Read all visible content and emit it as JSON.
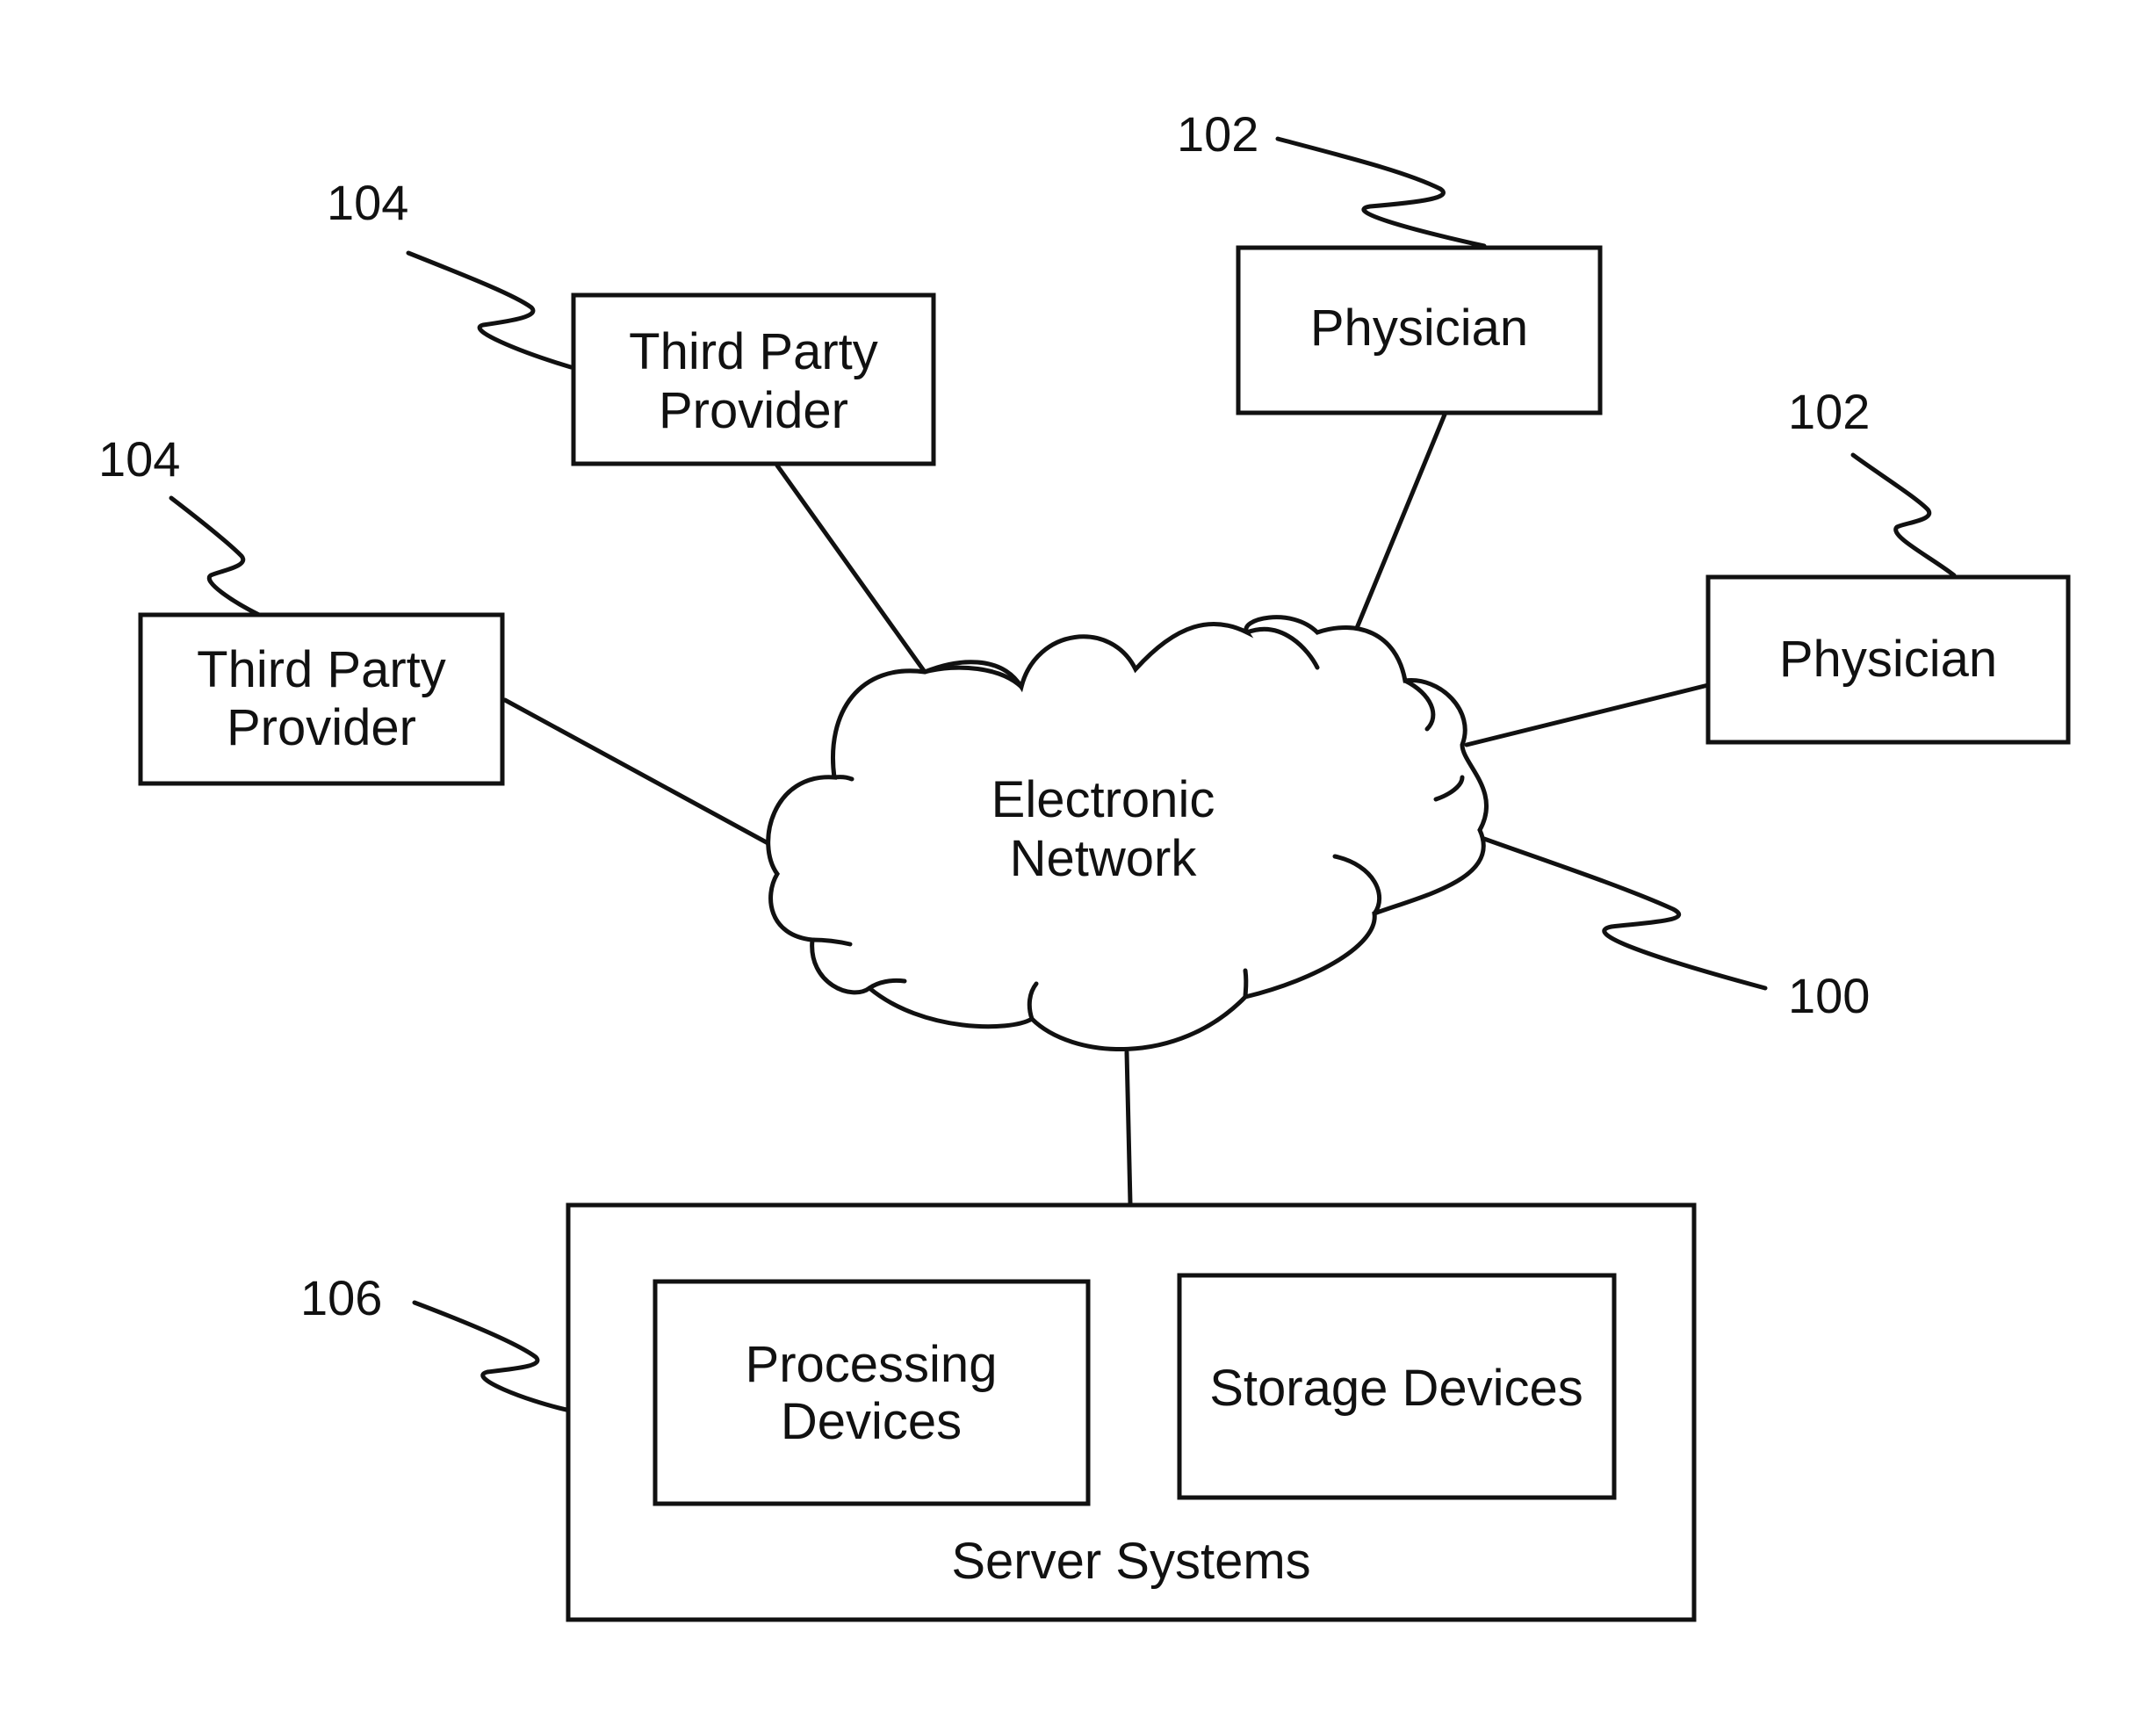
{
  "diagram": {
    "network": {
      "line1": "Electronic",
      "line2": "Network",
      "ref": "100"
    },
    "physicians": [
      {
        "label": "Physician",
        "ref": "102"
      },
      {
        "label": "Physician",
        "ref": "102"
      }
    ],
    "providers": [
      {
        "line1": "Third Party",
        "line2": "Provider",
        "ref": "104"
      },
      {
        "line1": "Third Party",
        "line2": "Provider",
        "ref": "104"
      }
    ],
    "server": {
      "label": "Server Systems",
      "ref": "106",
      "processing": {
        "line1": "Processing",
        "line2": "Devices"
      },
      "storage": {
        "label": "Storage Devices"
      }
    }
  }
}
